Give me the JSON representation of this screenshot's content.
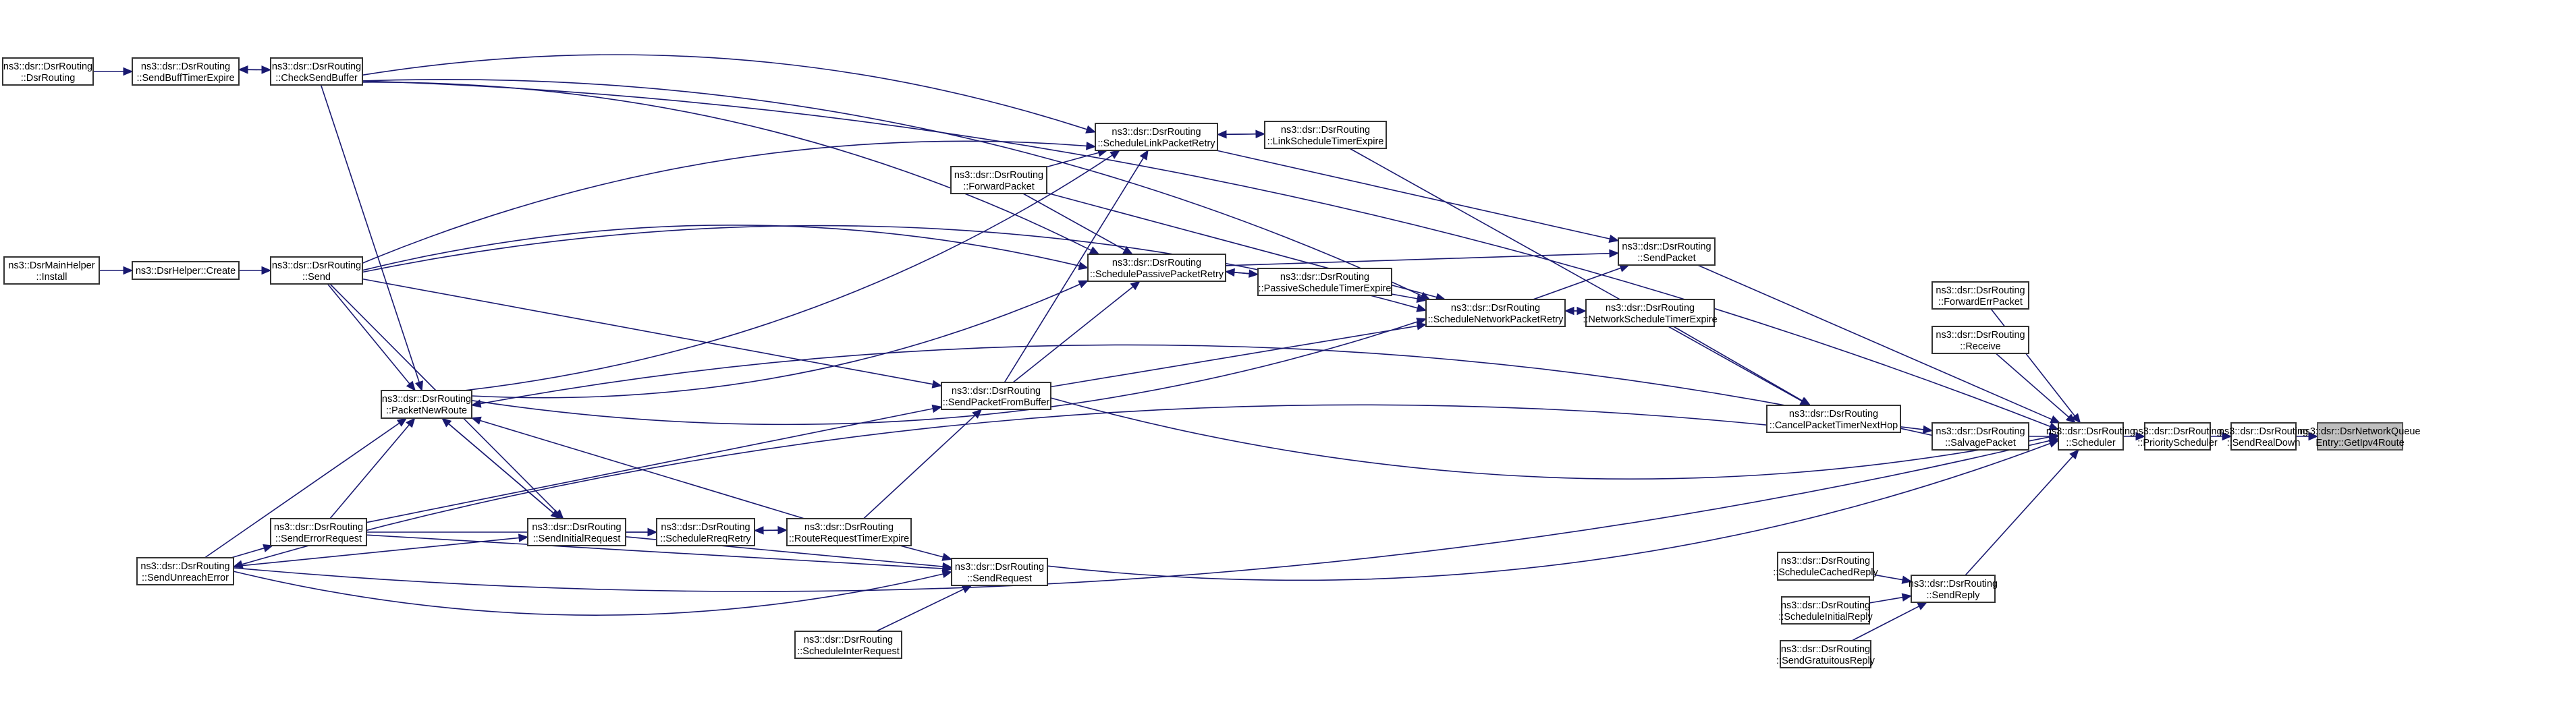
{
  "title": "Call graph: ns3::dsr::DsrNetworkQueueEntry::GetIpv4Route",
  "colors": {
    "edge": "#191970",
    "node_border": "#333333",
    "highlight_fill": "#bfbfbf"
  },
  "nodes": [
    {
      "id": "dsrrouting",
      "line1": "ns3::dsr::DsrRouting",
      "line2": "::DsrRouting"
    },
    {
      "id": "sendbufftimerexpire",
      "line1": "ns3::dsr::DsrRouting",
      "line2": "::SendBuffTimerExpire"
    },
    {
      "id": "checksendbuffer",
      "line1": "ns3::dsr::DsrRouting",
      "line2": "::CheckSendBuffer"
    },
    {
      "id": "mainhelper-install",
      "line1": "ns3::DsrMainHelper",
      "line2": "::Install"
    },
    {
      "id": "helper-create",
      "line1": "ns3::DsrHelper::Create",
      "line2": ""
    },
    {
      "id": "send",
      "line1": "ns3::dsr::DsrRouting",
      "line2": "::Send"
    },
    {
      "id": "packetnewroute",
      "line1": "ns3::dsr::DsrRouting",
      "line2": "::PacketNewRoute"
    },
    {
      "id": "senderrorrequest",
      "line1": "ns3::dsr::DsrRouting",
      "line2": "::SendErrorRequest"
    },
    {
      "id": "sendunreacherror",
      "line1": "ns3::dsr::DsrRouting",
      "line2": "::SendUnreachError"
    },
    {
      "id": "sendinitialrequest",
      "line1": "ns3::dsr::DsrRouting",
      "line2": "::SendInitialRequest"
    },
    {
      "id": "schedulerreqretry",
      "line1": "ns3::dsr::DsrRouting",
      "line2": "::ScheduleRreqRetry"
    },
    {
      "id": "routerequesttimerexpire",
      "line1": "ns3::dsr::DsrRouting",
      "line2": "::RouteRequestTimerExpire"
    },
    {
      "id": "sendrequest",
      "line1": "ns3::dsr::DsrRouting",
      "line2": "::SendRequest"
    },
    {
      "id": "scheduleinterrequest",
      "line1": "ns3::dsr::DsrRouting",
      "line2": "::ScheduleInterRequest"
    },
    {
      "id": "sendpacketfrombuffer",
      "line1": "ns3::dsr::DsrRouting",
      "line2": "::SendPacketFromBuffer"
    },
    {
      "id": "forwardpacket",
      "line1": "ns3::dsr::DsrRouting",
      "line2": "::ForwardPacket"
    },
    {
      "id": "schedulelinkpacketretry",
      "line1": "ns3::dsr::DsrRouting",
      "line2": "::ScheduleLinkPacketRetry"
    },
    {
      "id": "linkscheduletimerexpire",
      "line1": "ns3::dsr::DsrRouting",
      "line2": "::LinkScheduleTimerExpire"
    },
    {
      "id": "schedulepassivepacketretry",
      "line1": "ns3::dsr::DsrRouting",
      "line2": "::SchedulePassivePacketRetry"
    },
    {
      "id": "passivescheduletimerexpire",
      "line1": "ns3::dsr::DsrRouting",
      "line2": "::PassiveScheduleTimerExpire"
    },
    {
      "id": "schedulenetworkpacketretry",
      "line1": "ns3::dsr::DsrRouting",
      "line2": "::ScheduleNetworkPacketRetry"
    },
    {
      "id": "networkscheduletimerexpire",
      "line1": "ns3::dsr::DsrRouting",
      "line2": "::NetworkScheduleTimerExpire"
    },
    {
      "id": "sendpacket",
      "line1": "ns3::dsr::DsrRouting",
      "line2": "::SendPacket"
    },
    {
      "id": "cancelpackettimernexthop",
      "line1": "ns3::dsr::DsrRouting",
      "line2": "::CancelPacketTimerNextHop"
    },
    {
      "id": "forwarderrpacket",
      "line1": "ns3::dsr::DsrRouting",
      "line2": "::ForwardErrPacket"
    },
    {
      "id": "receive",
      "line1": "ns3::dsr::DsrRouting",
      "line2": "::Receive"
    },
    {
      "id": "salvagepacket",
      "line1": "ns3::dsr::DsrRouting",
      "line2": "::SalvagePacket"
    },
    {
      "id": "scheduler",
      "line1": "ns3::dsr::DsrRouting",
      "line2": "::Scheduler"
    },
    {
      "id": "priorityscheduler",
      "line1": "ns3::dsr::DsrRouting",
      "line2": "::PriorityScheduler"
    },
    {
      "id": "sendrealdown",
      "line1": "ns3::dsr::DsrRouting",
      "line2": "::SendRealDown"
    },
    {
      "id": "getipv4route",
      "line1": "ns3::dsr::DsrNetworkQueue",
      "line2": "Entry::GetIpv4Route",
      "highlight": true
    },
    {
      "id": "schedulecachedreply",
      "line1": "ns3::dsr::DsrRouting",
      "line2": "::ScheduleCachedReply"
    },
    {
      "id": "scheduleinitialreply",
      "line1": "ns3::dsr::DsrRouting",
      "line2": "::ScheduleInitialReply"
    },
    {
      "id": "sendgratuitousreply",
      "line1": "ns3::dsr::DsrRouting",
      "line2": "::SendGratuitousReply"
    },
    {
      "id": "sendreply",
      "line1": "ns3::dsr::DsrRouting",
      "line2": "::SendReply"
    }
  ],
  "edges": [
    [
      "dsrrouting",
      "sendbufftimerexpire"
    ],
    [
      "sendbufftimerexpire",
      "checksendbuffer"
    ],
    [
      "checksendbuffer",
      "sendbufftimerexpire"
    ],
    [
      "checksendbuffer",
      "packetnewroute"
    ],
    [
      "checksendbuffer",
      "schedulelinkpacketretry"
    ],
    [
      "checksendbuffer",
      "schedulepassivepacketretry"
    ],
    [
      "checksendbuffer",
      "schedulenetworkpacketretry"
    ],
    [
      "checksendbuffer",
      "scheduler"
    ],
    [
      "mainhelper-install",
      "helper-create"
    ],
    [
      "helper-create",
      "send"
    ],
    [
      "send",
      "packetnewroute"
    ],
    [
      "send",
      "sendinitialrequest"
    ],
    [
      "send",
      "schedulelinkpacketretry"
    ],
    [
      "send",
      "schedulepassivepacketretry"
    ],
    [
      "send",
      "schedulenetworkpacketretry"
    ],
    [
      "send",
      "sendpacketfrombuffer"
    ],
    [
      "packetnewroute",
      "sendinitialrequest"
    ],
    [
      "packetnewroute",
      "schedulelinkpacketretry"
    ],
    [
      "packetnewroute",
      "schedulepassivepacketretry"
    ],
    [
      "packetnewroute",
      "schedulenetworkpacketretry"
    ],
    [
      "senderrorrequest",
      "packetnewroute"
    ],
    [
      "senderrorrequest",
      "sendpacketfrombuffer"
    ],
    [
      "senderrorrequest",
      "schedulerreqretry"
    ],
    [
      "senderrorrequest",
      "sendrequest"
    ],
    [
      "sendunreacherror",
      "packetnewroute"
    ],
    [
      "sendunreacherror",
      "senderrorrequest"
    ],
    [
      "sendunreacherror",
      "sendinitialrequest"
    ],
    [
      "sendinitialrequest",
      "packetnewroute"
    ],
    [
      "sendinitialrequest",
      "schedulerreqretry"
    ],
    [
      "sendinitialrequest",
      "sendrequest"
    ],
    [
      "schedulerreqretry",
      "routerequesttimerexpire"
    ],
    [
      "routerequesttimerexpire",
      "schedulerreqretry"
    ],
    [
      "routerequesttimerexpire",
      "packetnewroute"
    ],
    [
      "routerequesttimerexpire",
      "sendpacketfrombuffer"
    ],
    [
      "routerequesttimerexpire",
      "sendrequest"
    ],
    [
      "scheduleinterrequest",
      "sendrequest"
    ],
    [
      "sendrequest",
      "scheduler"
    ],
    [
      "sendpacketfrombuffer",
      "schedulelinkpacketretry"
    ],
    [
      "sendpacketfrombuffer",
      "schedulepassivepacketretry"
    ],
    [
      "sendpacketfrombuffer",
      "schedulenetworkpacketretry"
    ],
    [
      "sendpacketfrombuffer",
      "scheduler"
    ],
    [
      "forwardpacket",
      "schedulelinkpacketretry"
    ],
    [
      "forwardpacket",
      "schedulepassivepacketretry"
    ],
    [
      "forwardpacket",
      "schedulenetworkpacketretry"
    ],
    [
      "schedulelinkpacketretry",
      "linkscheduletimerexpire"
    ],
    [
      "linkscheduletimerexpire",
      "schedulelinkpacketretry"
    ],
    [
      "schedulelinkpacketretry",
      "sendpacket"
    ],
    [
      "linkscheduletimerexpire",
      "cancelpackettimernexthop"
    ],
    [
      "schedulepassivepacketretry",
      "passivescheduletimerexpire"
    ],
    [
      "passivescheduletimerexpire",
      "schedulepassivepacketretry"
    ],
    [
      "schedulepassivepacketretry",
      "sendpacket"
    ],
    [
      "passivescheduletimerexpire",
      "schedulenetworkpacketretry"
    ],
    [
      "schedulenetworkpacketretry",
      "networkscheduletimerexpire"
    ],
    [
      "networkscheduletimerexpire",
      "schedulenetworkpacketretry"
    ],
    [
      "schedulenetworkpacketretry",
      "sendpacket"
    ],
    [
      "networkscheduletimerexpire",
      "cancelpackettimernexthop"
    ],
    [
      "sendpacket",
      "scheduler"
    ],
    [
      "cancelpackettimernexthop",
      "salvagepacket"
    ],
    [
      "cancelpackettimernexthop",
      "sendunreacherror"
    ],
    [
      "salvagepacket",
      "scheduler"
    ],
    [
      "salvagepacket",
      "packetnewroute"
    ],
    [
      "forwarderrpacket",
      "scheduler"
    ],
    [
      "receive",
      "scheduler"
    ],
    [
      "scheduler",
      "priorityscheduler"
    ],
    [
      "priorityscheduler",
      "sendrealdown"
    ],
    [
      "sendrealdown",
      "getipv4route"
    ],
    [
      "schedulecachedreply",
      "sendreply"
    ],
    [
      "scheduleinitialreply",
      "sendreply"
    ],
    [
      "sendgratuitousreply",
      "sendreply"
    ],
    [
      "sendreply",
      "scheduler"
    ],
    [
      "sendunreacherror",
      "scheduler"
    ],
    [
      "sendunreacherror",
      "sendrequest"
    ]
  ]
}
